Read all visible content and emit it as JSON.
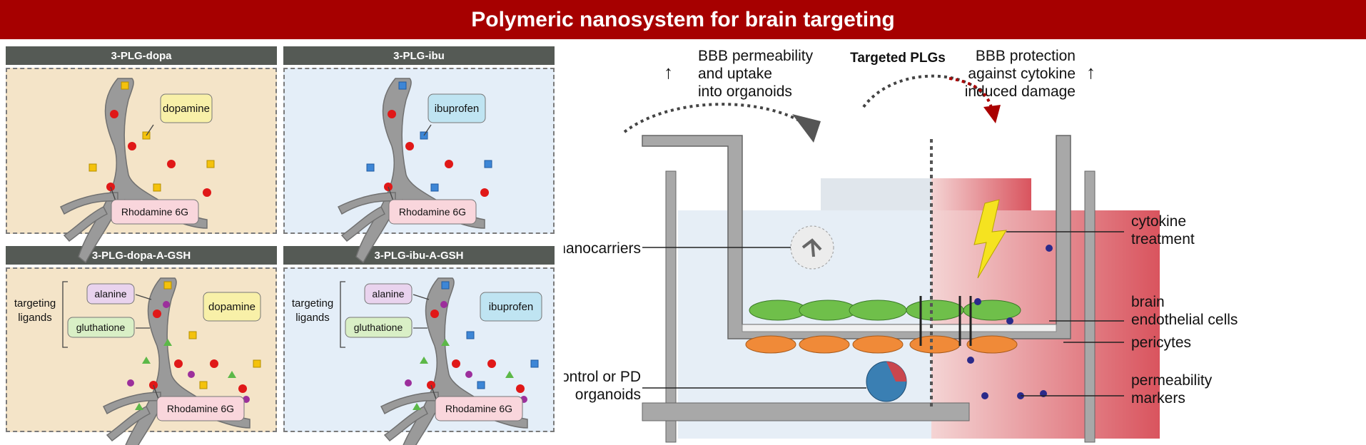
{
  "title": "Polymeric nanosystem for brain targeting",
  "panels": [
    {
      "header": "3-PLG-dopa",
      "drug": "dopamine",
      "dye": "Rhodamine 6G"
    },
    {
      "header": "3-PLG-ibu",
      "drug": "ibuprofen",
      "dye": "Rhodamine 6G"
    },
    {
      "header": "3-PLG-dopa-A-GSH",
      "drug": "dopamine",
      "dye": "Rhodamine 6G",
      "ligand1": "alanine",
      "ligand2": "gluthatione",
      "targeting": [
        "targeting",
        "ligands"
      ]
    },
    {
      "header": "3-PLG-ibu-A-GSH",
      "drug": "ibuprofen",
      "dye": "Rhodamine 6G",
      "ligand1": "alanine",
      "ligand2": "gluthatione",
      "targeting": [
        "targeting",
        "ligands"
      ]
    }
  ],
  "diagram": {
    "targeted": "Targeted PLGs",
    "left_text": [
      "BBB permeability",
      "and uptake",
      "into organoids"
    ],
    "right_text": [
      "BBB protection",
      "against cytokine",
      "induced damage"
    ],
    "up_arrow": "↑",
    "nanocarriers": "nanocarriers",
    "control": [
      "control or PD",
      "organoids"
    ],
    "cytokine": [
      "cytokine",
      "treatment"
    ],
    "endothelial": [
      "brain",
      "endothelial cells"
    ],
    "pericytes": "pericytes",
    "markers": [
      "permeability",
      "markers"
    ]
  },
  "colors": {
    "banner": "#a60000",
    "drug_dopa": "#f8f0a8",
    "drug_ibu": "#bfe4f2",
    "dye": "#f9d6dc",
    "ligand1": "#e9d3ee",
    "ligand2": "#d9efc6"
  }
}
